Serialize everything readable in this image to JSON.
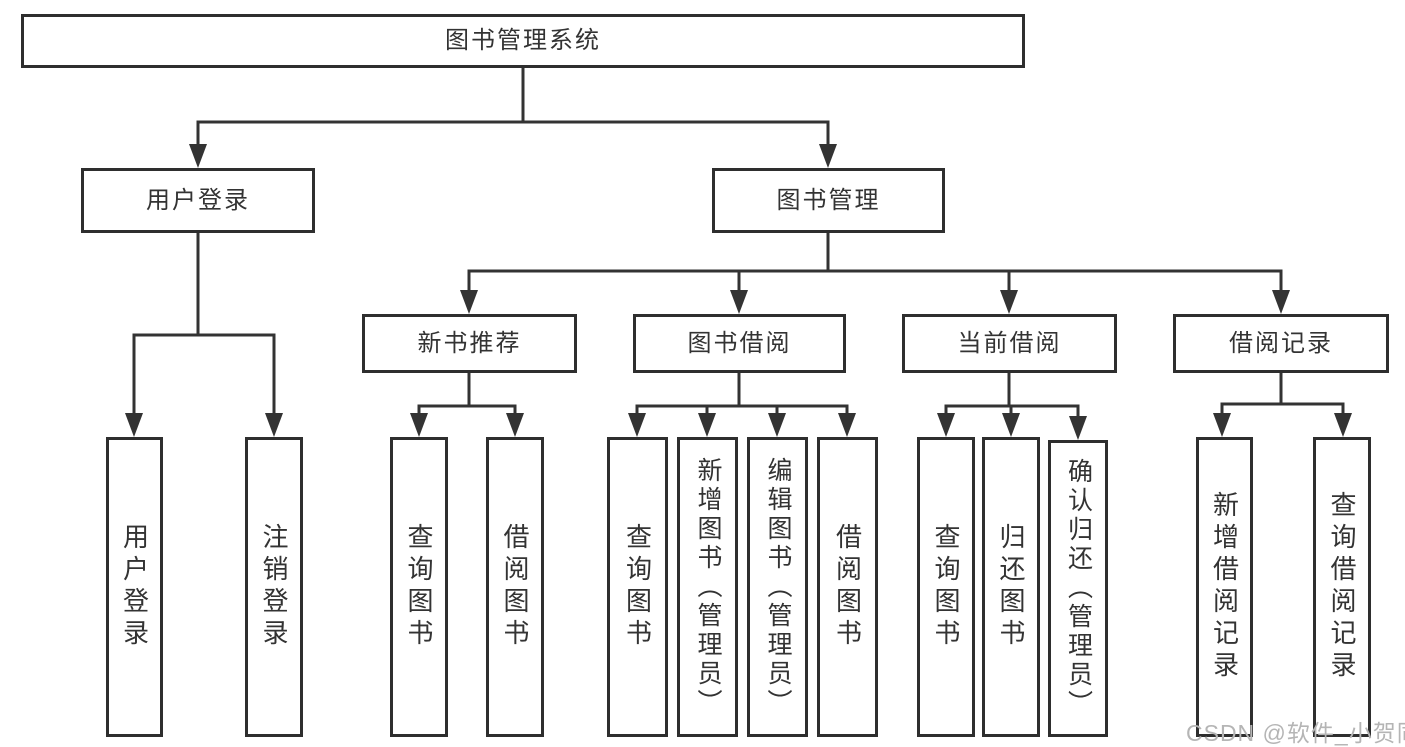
{
  "nodes": {
    "root": {
      "label": "图书管理系统"
    },
    "level2": [
      {
        "id": "user-login",
        "label": "用户登录"
      },
      {
        "id": "book-management",
        "label": "图书管理"
      }
    ],
    "level3": [
      {
        "id": "new-book-recommend",
        "label": "新书推荐",
        "parent": "图书管理"
      },
      {
        "id": "book-borrowing",
        "label": "图书借阅",
        "parent": "图书管理"
      },
      {
        "id": "current-borrowing",
        "label": "当前借阅",
        "parent": "图书管理"
      },
      {
        "id": "borrowing-records",
        "label": "借阅记录",
        "parent": "图书管理"
      }
    ],
    "leaves": [
      {
        "label": "用户登录",
        "parent": "用户登录"
      },
      {
        "label": "注销登录",
        "parent": "用户登录"
      },
      {
        "label": "查询图书",
        "parent": "新书推荐"
      },
      {
        "label": "借阅图书",
        "parent": "新书推荐"
      },
      {
        "label": "查询图书",
        "parent": "图书借阅"
      },
      {
        "label": "新增图书（管理员）",
        "parent": "图书借阅"
      },
      {
        "label": "编辑图书（管理员）",
        "parent": "图书借阅"
      },
      {
        "label": "借阅图书",
        "parent": "图书借阅"
      },
      {
        "label": "查询图书",
        "parent": "当前借阅"
      },
      {
        "label": "归还图书",
        "parent": "当前借阅"
      },
      {
        "label": "确认归还（管理员）",
        "parent": "当前借阅"
      },
      {
        "label": "新增借阅记录",
        "parent": "借阅记录"
      },
      {
        "label": "查询借阅记录",
        "parent": "借阅记录"
      }
    ]
  },
  "watermark": {
    "text": "CSDN @软件_小贺同学",
    "color": "#b5b5b5"
  },
  "colors": {
    "line": "#333333",
    "box_border": "#2e2e2e",
    "text": "#333333",
    "background": "#ffffff",
    "watermark": "#b5b5b5"
  }
}
